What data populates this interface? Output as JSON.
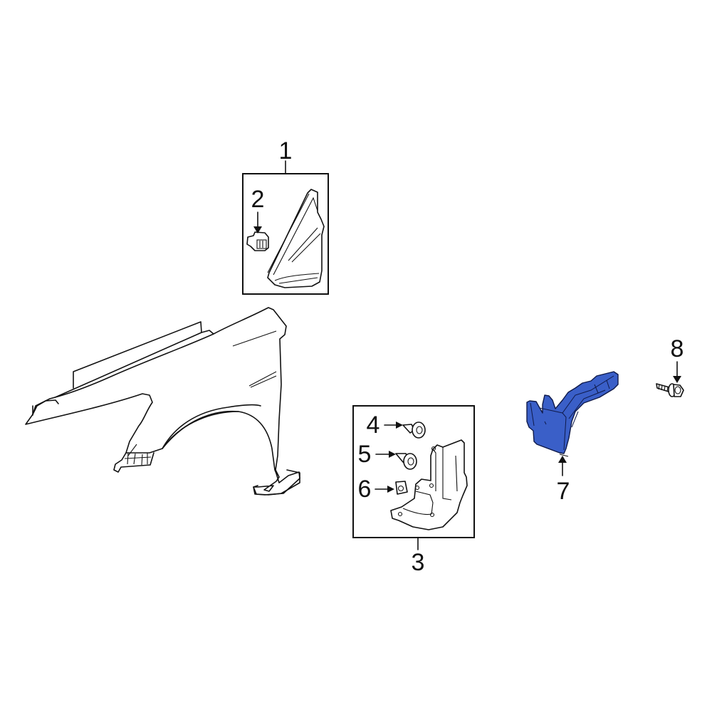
{
  "diagram": {
    "type": "exploded parts diagram",
    "highlight_color": "#3a5fc8",
    "line_color": "#111111",
    "background": "#ffffff",
    "parts": [
      {
        "id": "fender",
        "label": "",
        "description": "front fender (unnumbered)"
      },
      {
        "id": "1",
        "label": "1",
        "description": "fender garnish assembly (boxed)"
      },
      {
        "id": "2",
        "label": "2",
        "description": "clip"
      },
      {
        "id": "3",
        "label": "3",
        "description": "splash shield / liner (boxed)"
      },
      {
        "id": "4",
        "label": "4",
        "description": "push-pin retainer"
      },
      {
        "id": "5",
        "label": "5",
        "description": "push-pin retainer"
      },
      {
        "id": "6",
        "label": "6",
        "description": "nut / clip"
      },
      {
        "id": "7",
        "label": "7",
        "description": "bracket (highlighted blue)"
      },
      {
        "id": "8",
        "label": "8",
        "description": "bolt"
      }
    ]
  },
  "callouts": {
    "c1": "1",
    "c2": "2",
    "c3": "3",
    "c4": "4",
    "c5": "5",
    "c6": "6",
    "c7": "7",
    "c8": "8"
  }
}
